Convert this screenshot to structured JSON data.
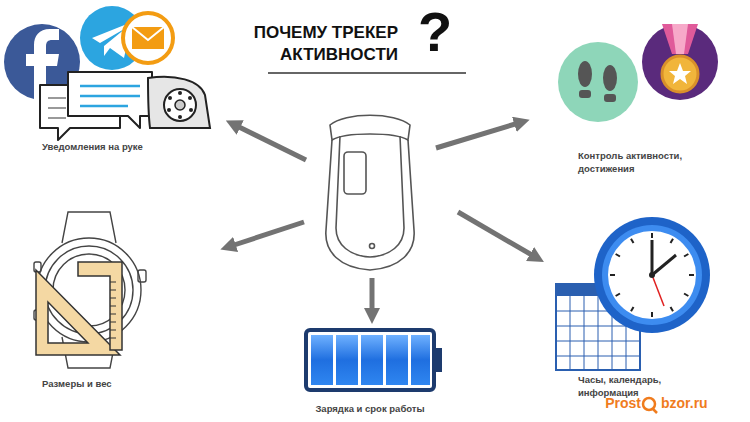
{
  "diagram": {
    "title": "ПОЧЕМУ ТРЕКЕР АКТИВНОСТИ",
    "labels": [
      "?",
      "Уведомления на руке",
      "Контроль активности, достижения",
      "Размеры и вес",
      "Зарядка и срок работы",
      "Часы, календарь, информация",
      "Prost",
      "bzor.ru"
    ]
  }
}
